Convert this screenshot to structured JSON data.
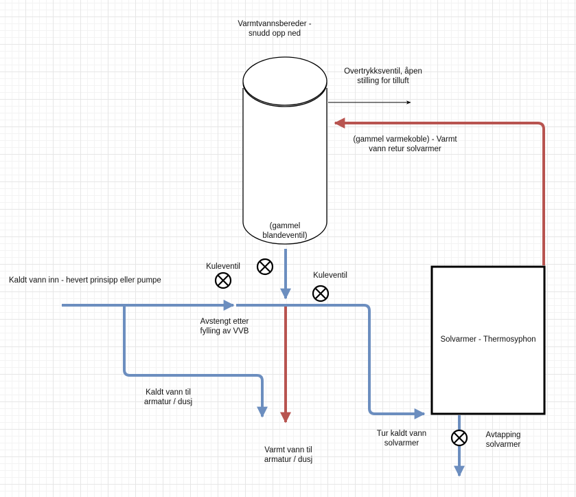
{
  "colors": {
    "cold": "#6c8ebf",
    "hot": "#b85450",
    "outline": "#000000"
  },
  "labels": {
    "tank_title": "Varmtvannsbereder -\nsnudd opp ned",
    "overpressure_valve": "Overtrykksventil, åpen\nstilling for tilluft",
    "hot_return": "(gammel varmekoble) - Varmt\nvann retur solvarmer",
    "old_mixing_valve": "(gammel\nblandeventil)",
    "cold_inlet": "Kaldt vann inn - hevert prinsipp eller pumpe",
    "ball_valve_left": "Kuleventil",
    "ball_valve_right": "Kuleventil",
    "closed_after_fill": "Avstengt etter\nfylling av VVB",
    "cold_to_fixture": "Kaldt vann til\narmatur / dusj",
    "hot_to_fixture": "Varmt vann til\narmatur / dusj",
    "cold_supply_solar": "Tur kaldt vann\nsolvarmer",
    "drain_solar": "Avtapping\nsolvarmer"
  },
  "solar_heater": {
    "label": "Solvarmer - Thermosyphon"
  },
  "icons": {
    "valve": "ball-valve-icon"
  }
}
